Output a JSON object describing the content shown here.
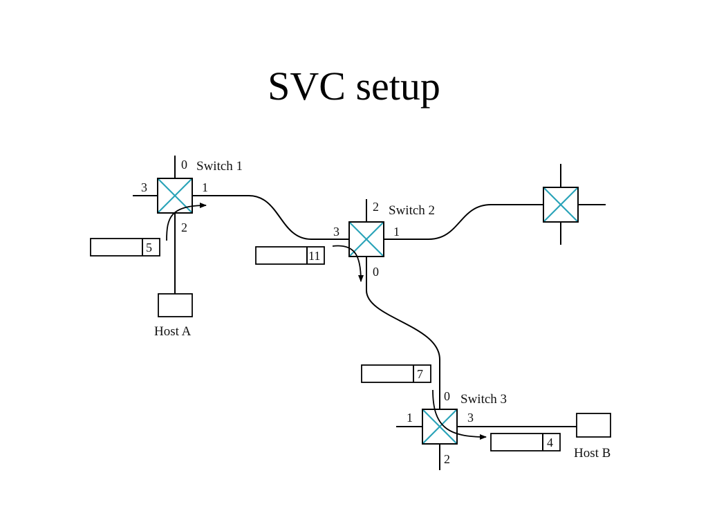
{
  "slide": {
    "title": "SVC setup"
  },
  "colors": {
    "switch_cross": "#2aa3b8",
    "lines": "#000000"
  },
  "switches": [
    {
      "label": "Switch 1",
      "ports": {
        "top": "0",
        "right": "1",
        "bottom": "2",
        "left": "3"
      }
    },
    {
      "label": "Switch 2",
      "ports": {
        "top": "2",
        "right": "1",
        "bottom": "0",
        "left": "3"
      }
    },
    {
      "label": "Switch 3",
      "ports": {
        "top": "0",
        "right": "3",
        "bottom": "2",
        "left": "1"
      }
    },
    {
      "label": ""
    }
  ],
  "hosts": [
    {
      "label": "Host A"
    },
    {
      "label": "Host B"
    }
  ],
  "vci_labels": [
    "5",
    "11",
    "7",
    "4"
  ]
}
